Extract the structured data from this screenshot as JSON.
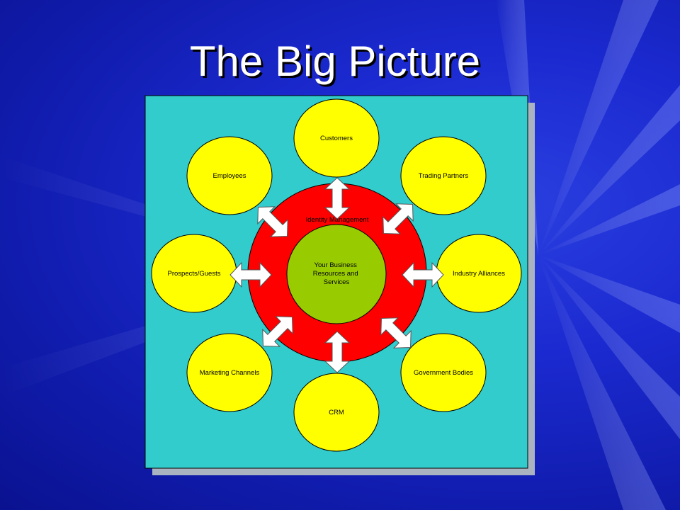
{
  "slide": {
    "title": "The Big Picture"
  },
  "diagram": {
    "ring_label": "Identity Management",
    "center_lines": [
      "Your Business",
      "Resources and",
      "Services"
    ],
    "nodes": [
      {
        "id": "customers",
        "label": "Customers"
      },
      {
        "id": "trading-partners",
        "label": "Trading Partners"
      },
      {
        "id": "industry-alliances",
        "label": "Industry Alliances"
      },
      {
        "id": "government-bodies",
        "label": "Government Bodies"
      },
      {
        "id": "crm",
        "label": "CRM"
      },
      {
        "id": "marketing-channels",
        "label": "Marketing Channels"
      },
      {
        "id": "prospects-guests",
        "label": "Prospects/Guests"
      },
      {
        "id": "employees",
        "label": "Employees"
      }
    ]
  },
  "colors": {
    "panel": "#33cccc",
    "panel_shadow": "#aab4c0",
    "ring": "#ff0000",
    "center": "#99cc00",
    "node": "#ffff00",
    "arrow": "#ffffff"
  }
}
